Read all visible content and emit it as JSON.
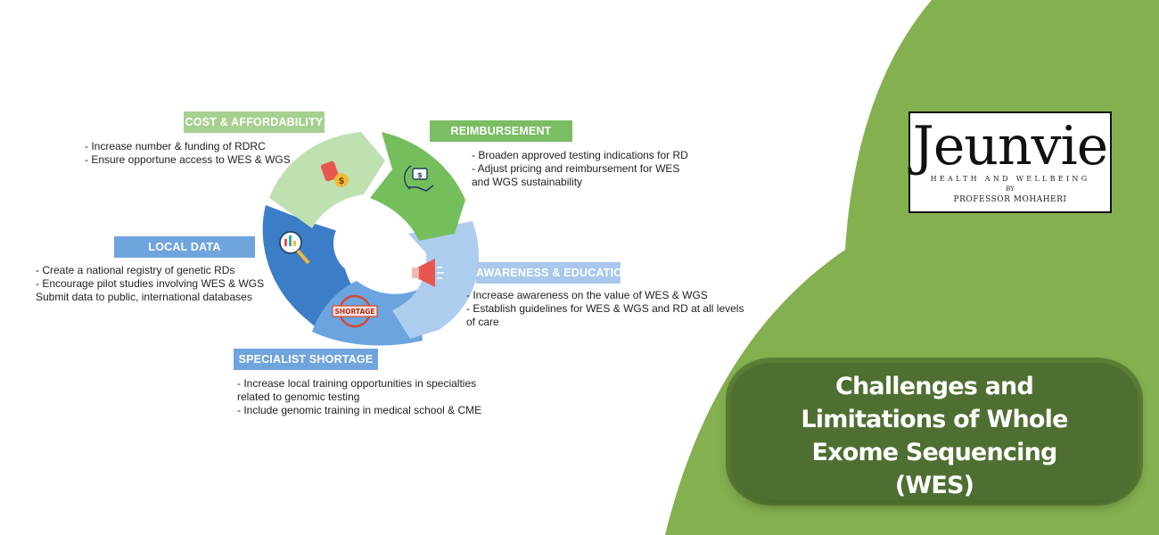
{
  "colors": {
    "background": "#ffffff",
    "accent_green": "#84b04f",
    "panel_green": "#4e6f31",
    "label_light_green": "#a6d08f",
    "label_green": "#7abd62",
    "label_blue": "#6fa4dd",
    "label_light_blue": "#a9c8ec",
    "segment_light_green": "#bfe0b0",
    "segment_green": "#74bf5c",
    "segment_light_blue": "#adcdee",
    "segment_mid_blue": "#6ba4df",
    "segment_dark_blue": "#3c7dc8"
  },
  "logo": {
    "word": "Jeunvie",
    "tagline": "HEALTH AND WELLBEING",
    "by": "BY",
    "author": "PROFESSOR MOHAHERI"
  },
  "title": {
    "lines": [
      "Challenges and",
      "Limitations of Whole",
      "Exome Sequencing",
      "(WES)"
    ]
  },
  "diagram": {
    "sections": [
      {
        "key": "cost",
        "label": "COST & AFFORDABILITY",
        "color": "#a6d08f",
        "icon": "price-tag-dollar-icon",
        "bullets": [
          "- Increase number & funding of RDRC",
          "- Ensure opportune access to WES & WGS"
        ]
      },
      {
        "key": "reimbursement",
        "label": "REIMBURSEMENT",
        "color": "#7abd62",
        "icon": "hand-dollar-icon",
        "bullets": [
          "- Broaden approved testing indications for RD",
          "- Adjust pricing and reimbursement for WES",
          "and WGS sustainability"
        ]
      },
      {
        "key": "awareness",
        "label": "AWARENESS & EDUCATION",
        "color": "#a9c8ec",
        "icon": "megaphone-icon",
        "bullets": [
          "- Increase awareness on the value of WES & WGS",
          "- Establish guidelines for WES & WGS and RD at all levels",
          "of care"
        ]
      },
      {
        "key": "specialist",
        "label": "SPECIALIST SHORTAGE",
        "color": "#6fa4dd",
        "icon": "shortage-stamp-icon",
        "icon_text": "SHORTAGE",
        "bullets": [
          "- Increase local training opportunities in specialties",
          "related to genomic testing",
          "- Include genomic training in medical school & CME"
        ]
      },
      {
        "key": "local",
        "label": "LOCAL DATA",
        "color": "#6fa4dd",
        "icon": "data-magnifier-icon",
        "bullets": [
          "- Create a national registry of genetic RDs",
          "- Encourage pilot studies involving WES & WGS",
          "Submit data to public, international databases"
        ]
      }
    ]
  }
}
